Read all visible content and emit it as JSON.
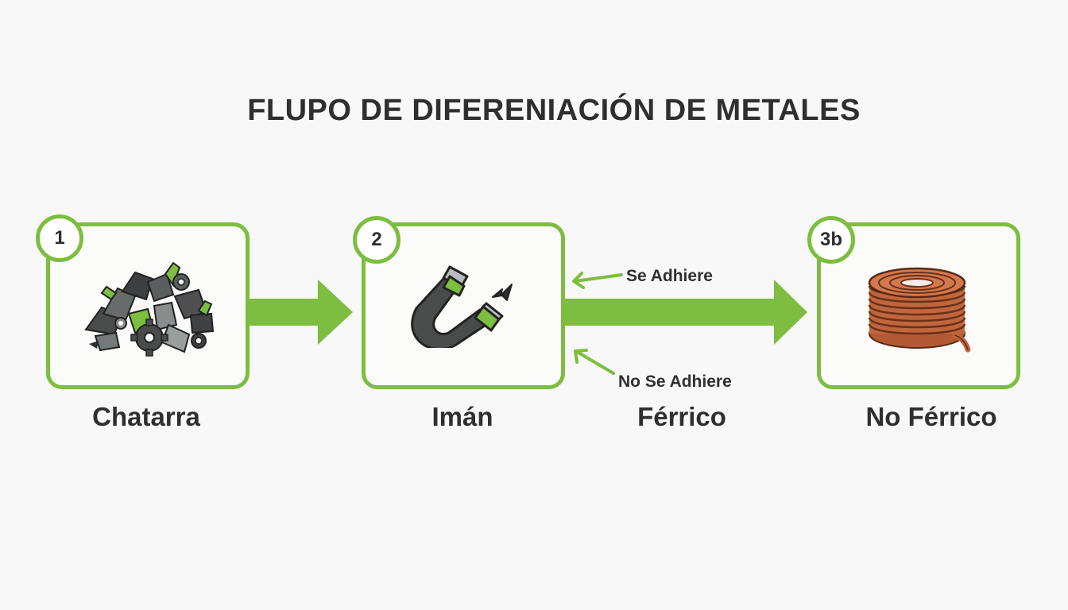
{
  "title": "FLUPO DE DIFERENIACIÓN DE METALES",
  "steps": [
    {
      "badge": "1",
      "label": "Chatarra",
      "icon": "scrap-pile-icon"
    },
    {
      "badge": "2",
      "label": "Imán",
      "icon": "magnet-icon"
    },
    {
      "badge": "3b",
      "label": "No Férrico",
      "icon": "copper-coil-icon"
    }
  ],
  "middle_label": "Férrico",
  "branches": {
    "adheres": "Se Adhiere",
    "not_adheres": "No Se Adhiere"
  },
  "colors": {
    "accent": "#7dbd3f",
    "text": "#2e2e2e",
    "copper": "#c0663f",
    "background": "#f7f8f7"
  }
}
